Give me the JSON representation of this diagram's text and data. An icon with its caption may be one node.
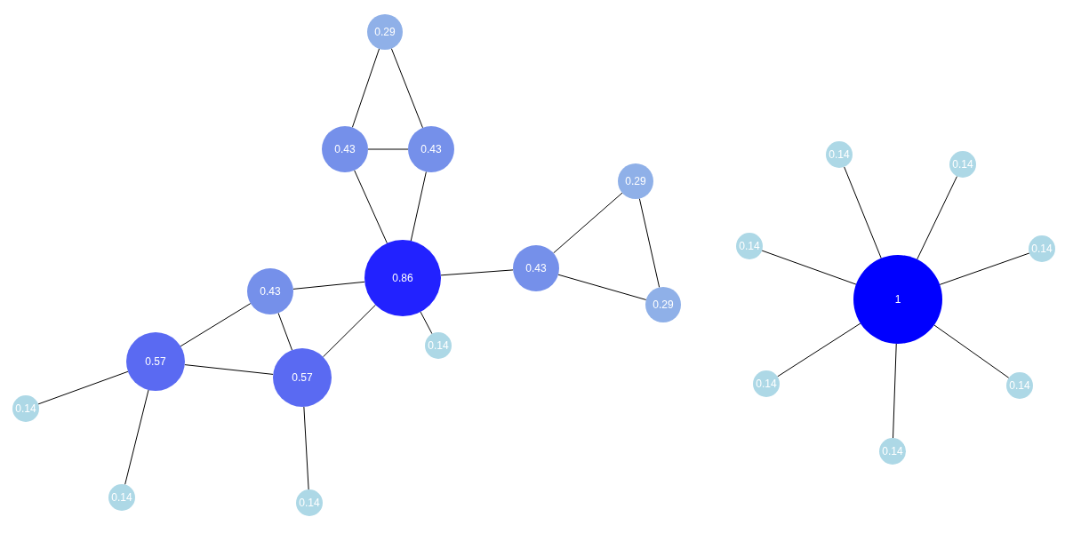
{
  "diagram": {
    "nodes": [
      {
        "text": [
          "0.29"
        ]
      },
      {
        "text": [
          "0.43"
        ]
      },
      {
        "text": [
          "0.43"
        ]
      },
      {
        "text": [
          "0.86"
        ]
      },
      {
        "text": [
          "0.43"
        ]
      },
      {
        "text": [
          "0.29"
        ]
      },
      {
        "text": [
          "0.29"
        ]
      },
      {
        "text": [
          "0.43"
        ]
      },
      {
        "text": [
          "0.14"
        ]
      },
      {
        "text": [
          "0.57"
        ]
      },
      {
        "text": [
          "0.57"
        ]
      },
      {
        "text": [
          "0.14"
        ]
      },
      {
        "text": [
          "0.14"
        ]
      },
      {
        "text": [
          "0.14"
        ]
      },
      {
        "text": [
          "0.14"
        ]
      },
      {
        "text": [
          "0.14"
        ]
      },
      {
        "text": [
          "0.14"
        ]
      },
      {
        "text": [
          "0.14"
        ]
      },
      {
        "text": [
          "1"
        ]
      },
      {
        "text": [
          "0.14"
        ]
      },
      {
        "text": [
          "0.14"
        ]
      },
      {
        "text": [
          "0.14"
        ]
      }
    ],
    "edges": [
      {
        "from": 0,
        "to": 1,
        "arrow": "none"
      },
      {
        "from": 0,
        "to": 2,
        "arrow": "none"
      },
      {
        "from": 1,
        "to": 2,
        "arrow": "none"
      },
      {
        "from": 1,
        "to": 3,
        "arrow": "none"
      },
      {
        "from": 2,
        "to": 3,
        "arrow": "none"
      },
      {
        "from": 3,
        "to": 4,
        "arrow": "none"
      },
      {
        "from": 4,
        "to": 5,
        "arrow": "none"
      },
      {
        "from": 4,
        "to": 6,
        "arrow": "none"
      },
      {
        "from": 5,
        "to": 6,
        "arrow": "none"
      },
      {
        "from": 3,
        "to": 7,
        "arrow": "none"
      },
      {
        "from": 3,
        "to": 8,
        "arrow": "none"
      },
      {
        "from": 3,
        "to": 10,
        "arrow": "none"
      },
      {
        "from": 7,
        "to": 9,
        "arrow": "none"
      },
      {
        "from": 7,
        "to": 10,
        "arrow": "none"
      },
      {
        "from": 9,
        "to": 10,
        "arrow": "none"
      },
      {
        "from": 9,
        "to": 11,
        "arrow": "none"
      },
      {
        "from": 9,
        "to": 12,
        "arrow": "none"
      },
      {
        "from": 10,
        "to": 13,
        "arrow": "none"
      },
      {
        "from": 18,
        "to": 14,
        "arrow": "none"
      },
      {
        "from": 18,
        "to": 15,
        "arrow": "none"
      },
      {
        "from": 18,
        "to": 16,
        "arrow": "none"
      },
      {
        "from": 18,
        "to": 17,
        "arrow": "none"
      },
      {
        "from": 18,
        "to": 19,
        "arrow": "none"
      },
      {
        "from": 18,
        "to": 20,
        "arrow": "none"
      },
      {
        "from": 18,
        "to": 21,
        "arrow": "none"
      }
    ]
  }
}
